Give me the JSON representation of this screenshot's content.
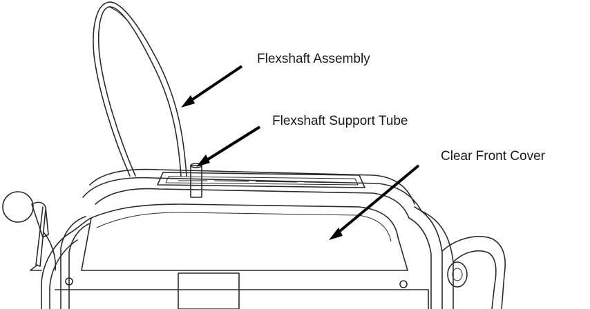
{
  "labels": {
    "flexshaft_assembly": "Flexshaft Assembly",
    "flexshaft_support_tube": "Flexshaft Support Tube",
    "clear_front_cover": "Clear Front Cover"
  },
  "colors": {
    "line": "#2a2a2a",
    "arrow": "#000000",
    "background": "#ffffff"
  }
}
